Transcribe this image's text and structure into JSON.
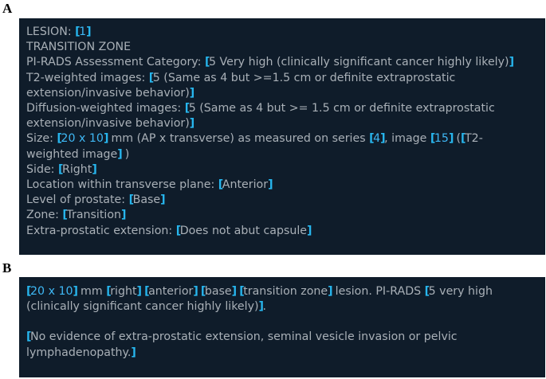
{
  "labels": {
    "panel_a": "A",
    "panel_b": "B"
  },
  "template": {
    "lesion_label": "LESION: ",
    "lesion_num": "1",
    "zone_heading": "TRANSITION ZONE",
    "pirads_label": "PI-RADS Assessment Category: ",
    "pirads_value": "5  Very high (clinically significant cancer highly likely)",
    "t2_label": "T2-weighted images: ",
    "t2_value_1": "5 (Same as 4 but >=1.5 cm or definite extraprostatic",
    "t2_value_2": "extension/invasive behavior)",
    "dwi_label": "Diffusion-weighted images: ",
    "dwi_value_1": "5 (Same as 4 but >= 1.5 cm or definite extraprostatic",
    "dwi_value_2": "extension/invasive behavior)",
    "size_label": "Size: ",
    "size_value": "20 x 10",
    "size_mid": " mm (AP x transverse) as measured on series ",
    "series_value": "4",
    "image_text": ", image ",
    "image_value": "15",
    "paren_open": " (",
    "seq_value_1": "T2-",
    "seq_value_2": "weighted image",
    "paren_close": " )",
    "side_label": "Side: ",
    "side_value": "Right",
    "location_label": "Location within transverse plane: ",
    "location_value": "Anterior",
    "level_label": "Level of prostate: ",
    "level_value": "Base",
    "zone_label": "Zone: ",
    "zone_value": "Transition",
    "epe_label": "Extra-prostatic extension: ",
    "epe_value": "Does not abut capsule"
  },
  "impression": {
    "size_value": "20 x 10",
    "mm_text": " mm ",
    "side_value": "right",
    "location_value": "anterior",
    "level_value": "base",
    "zone_value": "transition zone",
    "lesion_text": " lesion. PI-RADS ",
    "pirads_value_1": "5  very high",
    "pirads_value_2": "(clinically significant cancer highly likely)",
    "period": ".",
    "note_value_1": "No evidence of extra-prostatic extension, seminal vesicle invasion or pelvic",
    "note_value_2": "lymphadenopathy."
  },
  "colors": {
    "panel_bg": "#0f1c2a",
    "text": "#a9b0b7",
    "field_bracket": "#27b6ee",
    "numeric_value": "#3fb8f5"
  }
}
